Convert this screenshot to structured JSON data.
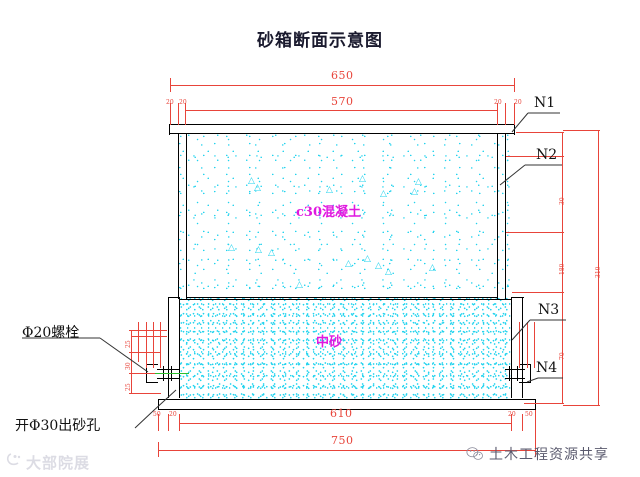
{
  "drawing": {
    "title": "砂箱断面示意图",
    "materials": {
      "concrete_label": "c30混凝土",
      "sand_label": "中砂"
    },
    "callouts": {
      "n1": "N1",
      "n2": "N2",
      "n3": "N3",
      "n4": "N4",
      "bolt": "Φ20螺栓",
      "sand_hole": "开Φ30出砂孔"
    },
    "dimensions": {
      "top_overall": "650",
      "top_inner": "570",
      "bottom_inner": "610",
      "bottom_overall": "750",
      "top_left_a": "20",
      "top_left_b": "20",
      "top_right_a": "20",
      "top_right_b": "20",
      "bottom_left_a": "50",
      "bottom_left_b": "20",
      "bottom_right_a": "20",
      "bottom_right_b": "50",
      "right_seg_1": "30",
      "right_seg_2": "180",
      "right_seg_3": "70",
      "right_overall": "310",
      "left_seg_1": "25",
      "left_seg_2": "30",
      "left_seg_3": "25"
    },
    "colors": {
      "dimension": "#e8443a",
      "hatch": "#22d3ee",
      "material_text": "#e018e0",
      "outline": "#111111",
      "centerline": "#2fbf2f"
    }
  },
  "watermarks": {
    "right_text": "土木工程资源共享",
    "left_text": "大部院展"
  }
}
